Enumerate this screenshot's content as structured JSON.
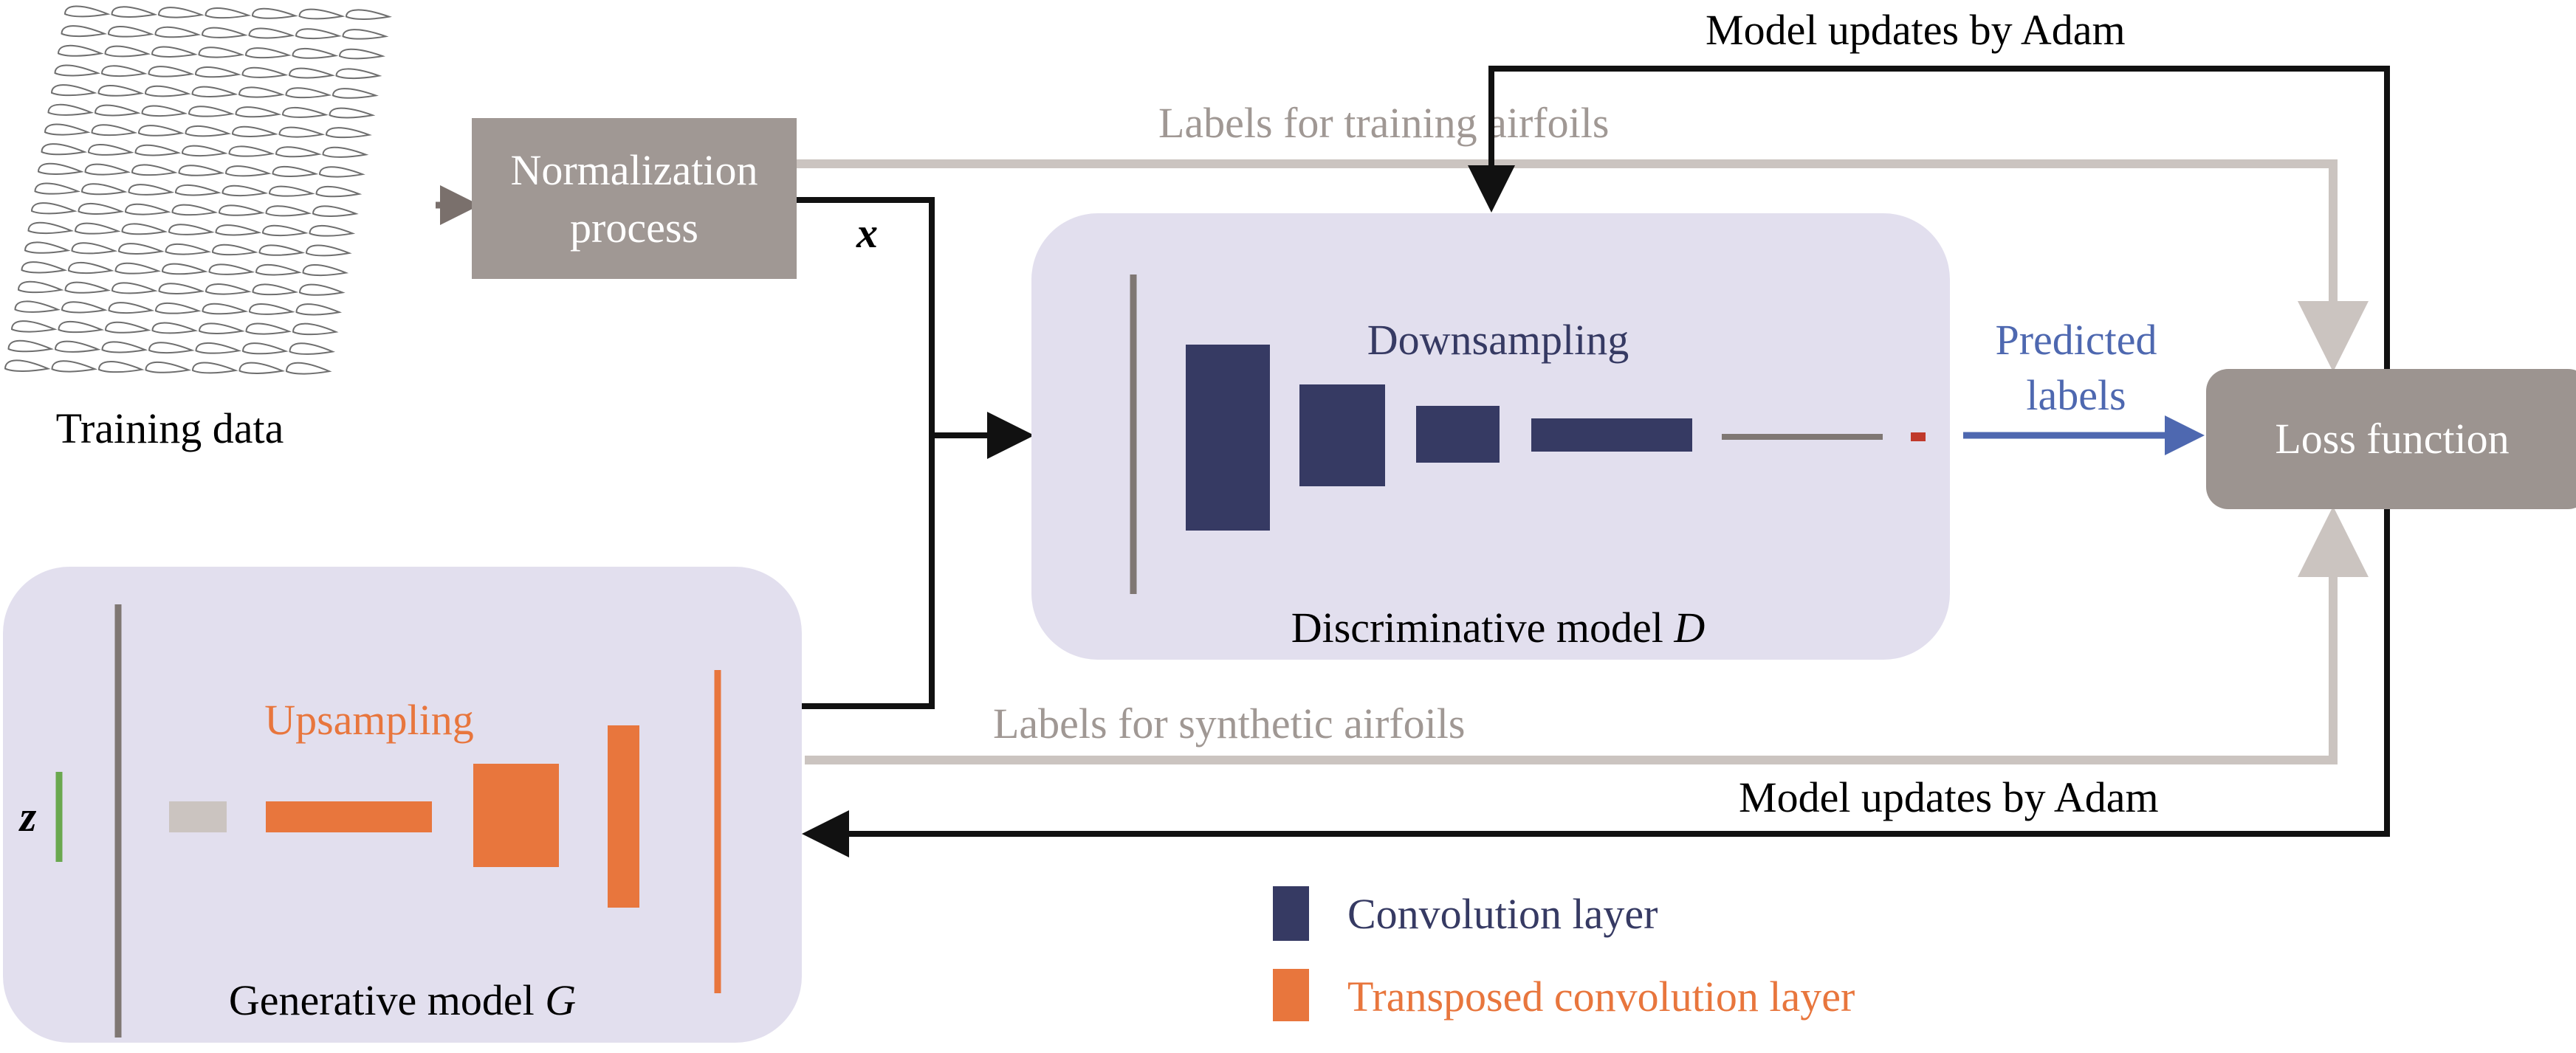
{
  "training_data": {
    "label": "Training data"
  },
  "normalization": {
    "line1": "Normalization",
    "line2": "process"
  },
  "x_symbol": "x",
  "z_symbol": "z",
  "discriminator": {
    "stage": "Downsampling",
    "title_prefix": "Discriminative model ",
    "title_var": "D"
  },
  "generator": {
    "stage": "Upsampling",
    "title_prefix": "Generative model ",
    "title_var": "G"
  },
  "predicted_labels": {
    "line1": "Predicted",
    "line2": "labels"
  },
  "loss": {
    "label": "Loss function"
  },
  "edges": {
    "labels_training": "Labels for training airfoils",
    "labels_synthetic": "Labels for synthetic airfoils",
    "updates_top": "Model updates by Adam",
    "updates_bottom": "Model updates by Adam"
  },
  "legend": [
    {
      "label": "Convolution layer",
      "color": "#363a63"
    },
    {
      "label": "Transposed convolution layer",
      "color": "#e8763d"
    }
  ],
  "colors": {
    "panel": "#e2dfee",
    "box": "#a09894",
    "conv": "#363a63",
    "tconv": "#e8763d",
    "predicted": "#4e68b0",
    "gray_line": "#cbc4c0"
  }
}
